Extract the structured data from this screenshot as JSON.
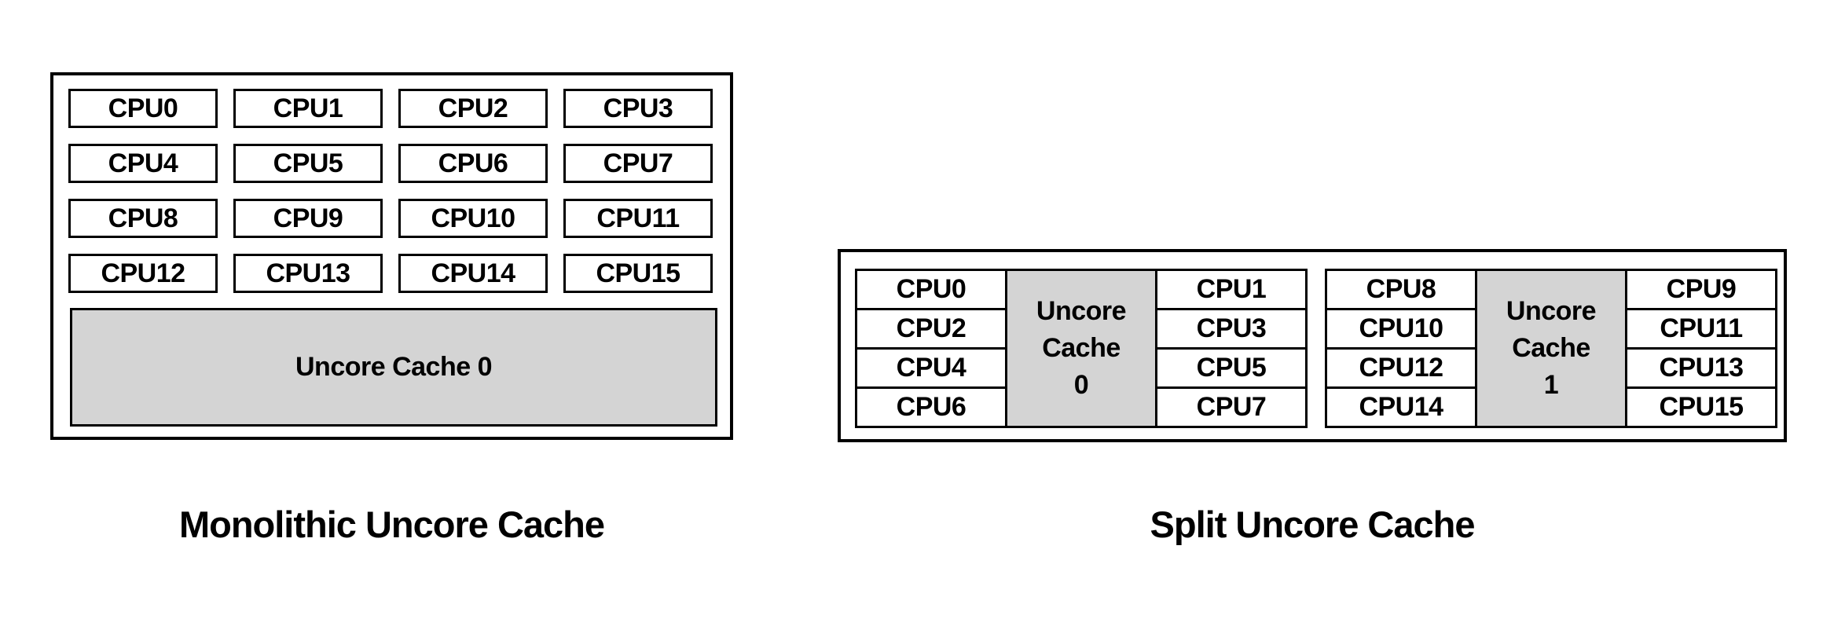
{
  "left_diagram": {
    "caption": "Monolithic Uncore Cache",
    "cpus": [
      "CPU0",
      "CPU1",
      "CPU2",
      "CPU3",
      "CPU4",
      "CPU5",
      "CPU6",
      "CPU7",
      "CPU8",
      "CPU9",
      "CPU10",
      "CPU11",
      "CPU12",
      "CPU13",
      "CPU14",
      "CPU15"
    ],
    "cache_label": "Uncore Cache 0"
  },
  "right_diagram": {
    "caption": "Split Uncore Cache",
    "groups": [
      {
        "cache_label": "Uncore Cache 0",
        "left_cpus": [
          "CPU0",
          "CPU2",
          "CPU4",
          "CPU6"
        ],
        "right_cpus": [
          "CPU1",
          "CPU3",
          "CPU5",
          "CPU7"
        ]
      },
      {
        "cache_label": "Uncore Cache 1",
        "left_cpus": [
          "CPU8",
          "CPU10",
          "CPU12",
          "CPU14"
        ],
        "right_cpus": [
          "CPU9",
          "CPU11",
          "CPU13",
          "CPU15"
        ]
      }
    ]
  },
  "colors": {
    "cache_fill": "#d4d4d4",
    "border": "#000000",
    "background": "#ffffff",
    "text": "#000000"
  }
}
